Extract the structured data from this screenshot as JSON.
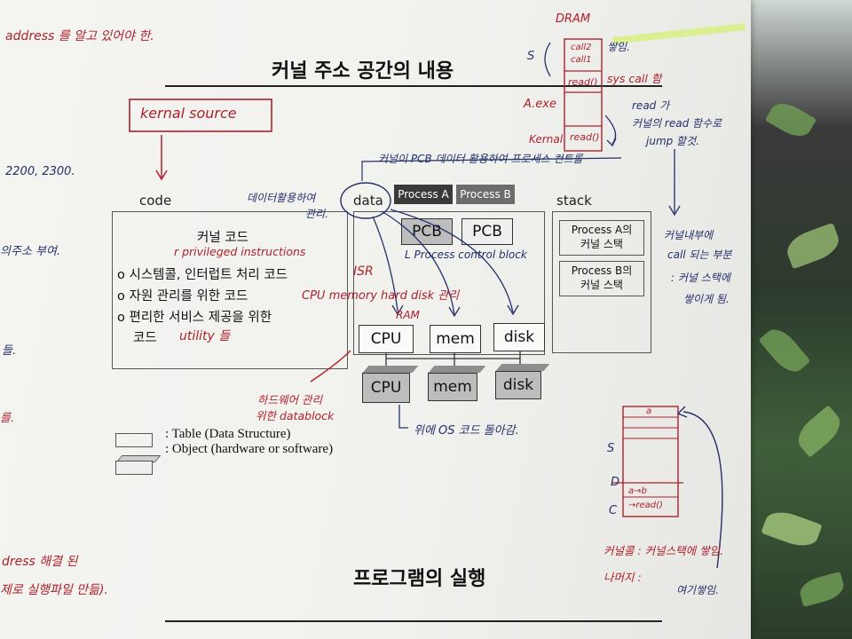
{
  "page": {
    "title_top": "커널 주소 공간의 내용",
    "title_bottom": "프로그램의 실행"
  },
  "diagram": {
    "code_label": "code",
    "data_label": "data",
    "stack_label": "stack",
    "kernel_code_title": "커널 코드",
    "bullets": [
      "o 시스템콜, 인터럽트 처리 코드",
      "o 자원 관리를 위한 코드",
      "o 편리한 서비스 제공을 위한",
      "코드"
    ],
    "process_a_tab": "Process A",
    "process_b_tab": "Process B",
    "pcb_a": "PCB",
    "pcb_b": "PCB",
    "table_cpu": "CPU",
    "table_mem": "mem",
    "table_disk": "disk",
    "obj_cpu": "CPU",
    "obj_mem": "mem",
    "obj_disk": "disk",
    "stack_a": [
      "Process A의",
      "커널 스택"
    ],
    "stack_b": [
      "Process B의",
      "커널 스택"
    ],
    "legend_table": ":  Table  (Data Structure)",
    "legend_object": ":  Object (hardware or software)"
  },
  "notes": {
    "kernel_source": "kernal source",
    "privileged": "r privileged instructions",
    "isr": "ISR",
    "cpu_mem": "CPU memory hard disk 관리",
    "ram": "RAM",
    "utility": "utility 들",
    "pcb_note": "L Process control block",
    "data_use": [
      "데이터활용하여",
      "관리."
    ],
    "pcb_control": "커널이 PCB 데이터 활용하여 프로세스 컨트롤",
    "hw_manage": [
      "하드웨어 관리",
      "위한 datablock"
    ],
    "os_code": "위에 OS 코드 돌아감.",
    "top_left": "address 를 알고 있어야 한.",
    "left_1": "2200, 2300.",
    "left_2": "의주소 부여.",
    "left_3": "들.",
    "left_4": "를.",
    "left_5": "dress 해결 된",
    "left_6": "제로 실행파일 만듦).",
    "dram": "DRAM",
    "s_mark": "S",
    "call_stack": [
      "call2",
      "call1"
    ],
    "stacked": "쌓임.",
    "read_call": "read()",
    "syscall": "sys call 함",
    "a_exe": "A.exe",
    "kernel_read_label": "Kernal",
    "kernel_read": "read()",
    "read_note": [
      "read 가",
      "커널의 read 함수로",
      "jump 할것."
    ],
    "kernel_inside": [
      "커널내부에",
      "call 되는 부분",
      ": 커널 스택에",
      "쌓이게 됨."
    ],
    "mem_labels": [
      "S",
      "D",
      "C"
    ],
    "mem_a": "a",
    "mem_code": [
      "a→b",
      "→read()"
    ],
    "kernel_call_note": "커널콜 :  커널스택에 쌓임.",
    "rest_note": "나머지 :",
    "here_note": "여기쌓임."
  },
  "colors": {
    "red_ink": "#b0202a",
    "blue_ink": "#23306b",
    "highlight": "#d6f07a"
  }
}
